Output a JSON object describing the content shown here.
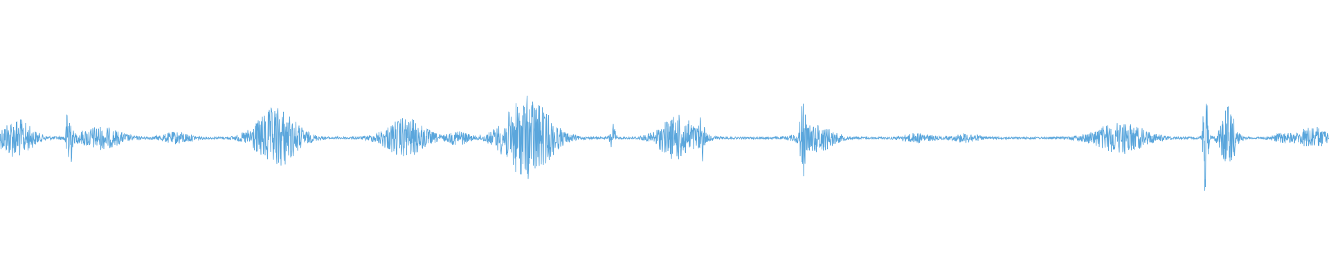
{
  "waveform": {
    "color": "#5aa6dc",
    "background": "#ffffff",
    "baseline_amplitude": 0.004,
    "bursts": [
      {
        "center": 0.012,
        "width": 0.014,
        "amplitude": 0.07
      },
      {
        "center": 0.052,
        "width": 0.002,
        "amplitude": 0.17
      },
      {
        "center": 0.075,
        "width": 0.018,
        "amplitude": 0.04
      },
      {
        "center": 0.133,
        "width": 0.012,
        "amplitude": 0.02
      },
      {
        "center": 0.208,
        "width": 0.018,
        "amplitude": 0.11
      },
      {
        "center": 0.305,
        "width": 0.018,
        "amplitude": 0.07
      },
      {
        "center": 0.345,
        "width": 0.008,
        "amplitude": 0.025
      },
      {
        "center": 0.397,
        "width": 0.02,
        "amplitude": 0.15
      },
      {
        "center": 0.461,
        "width": 0.002,
        "amplitude": 0.06
      },
      {
        "center": 0.51,
        "width": 0.016,
        "amplitude": 0.08
      },
      {
        "center": 0.528,
        "width": 0.002,
        "amplitude": 0.07
      },
      {
        "center": 0.604,
        "width": 0.002,
        "amplitude": 0.13
      },
      {
        "center": 0.615,
        "width": 0.014,
        "amplitude": 0.05
      },
      {
        "center": 0.69,
        "width": 0.012,
        "amplitude": 0.015
      },
      {
        "center": 0.727,
        "width": 0.01,
        "amplitude": 0.015
      },
      {
        "center": 0.843,
        "width": 0.022,
        "amplitude": 0.055
      },
      {
        "center": 0.907,
        "width": 0.002,
        "amplitude": 0.2
      },
      {
        "center": 0.924,
        "width": 0.006,
        "amplitude": 0.12
      },
      {
        "center": 0.965,
        "width": 0.008,
        "amplitude": 0.015
      },
      {
        "center": 0.988,
        "width": 0.012,
        "amplitude": 0.04
      }
    ]
  }
}
